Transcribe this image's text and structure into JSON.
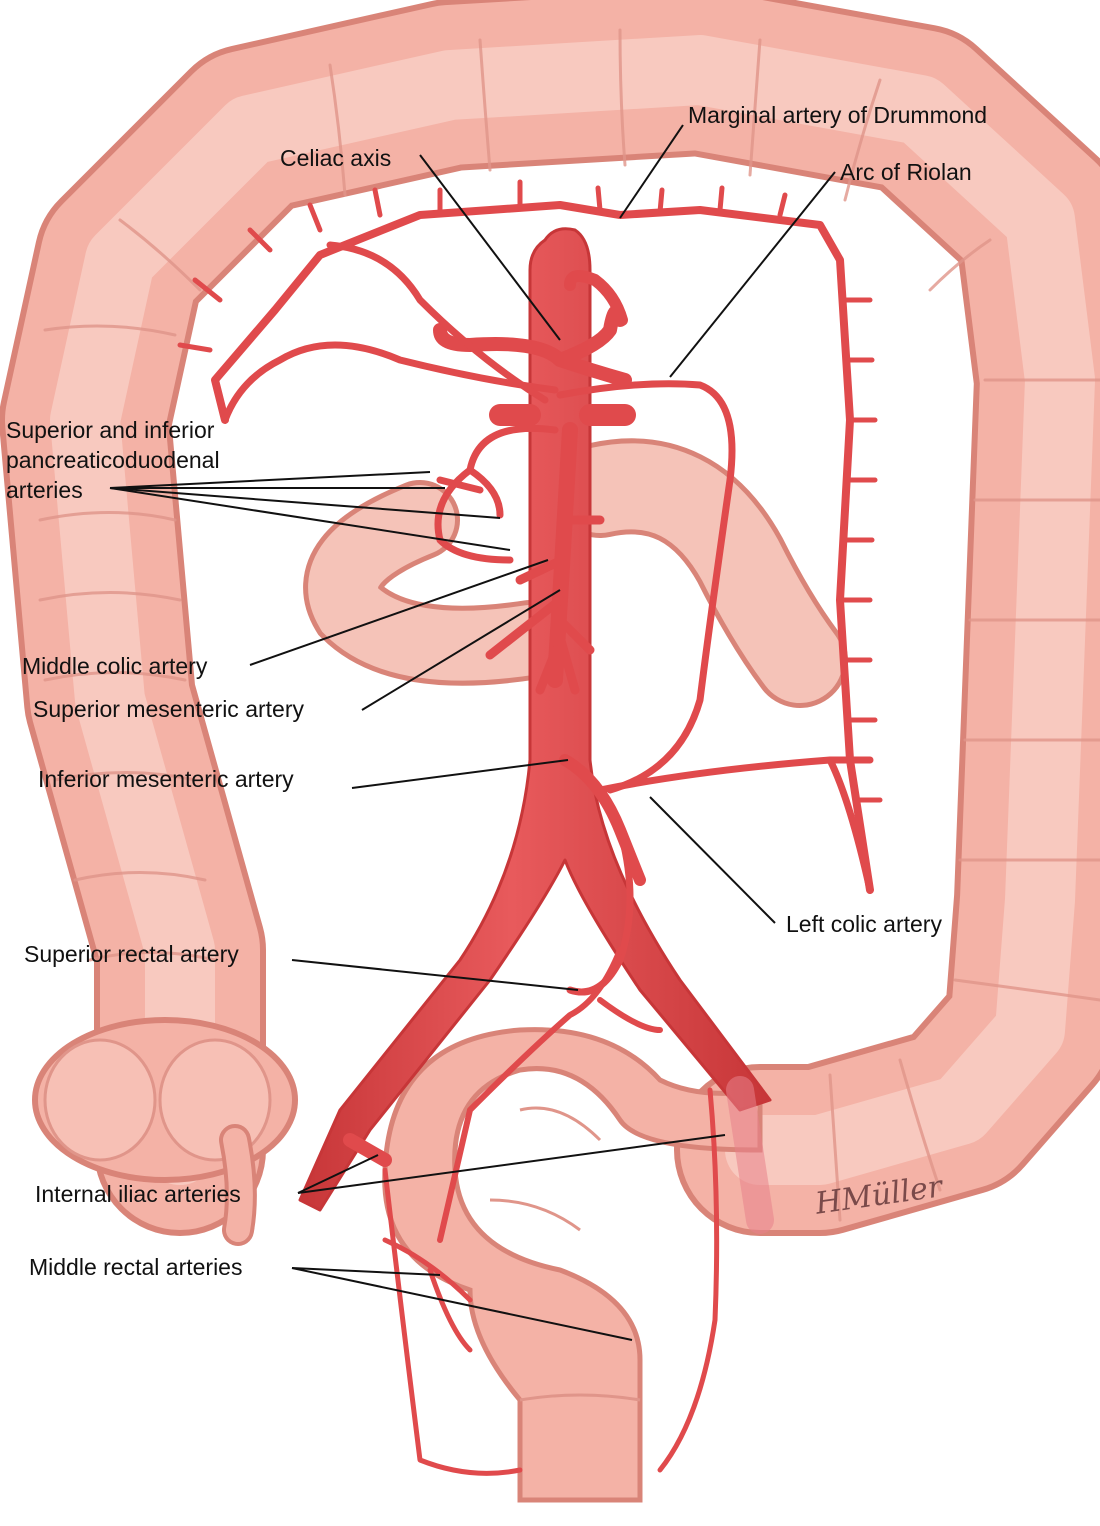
{
  "colors": {
    "colon": "#f4b2a6",
    "colon_shade": "#e9968a",
    "colon_edge": "#d98478",
    "artery": "#e04a4c",
    "artery_dark": "#c73638",
    "leader": "#111111"
  },
  "labels": {
    "marginal_artery": "Marginal artery of Drummond",
    "celiac_axis": "Celiac axis",
    "arc_of_riolan": "Arc of Riolan",
    "pancreaticoduodenal": "Superior and inferior pancreaticoduodenal arteries",
    "middle_colic": "Middle colic artery",
    "superior_mesenteric": "Superior mesenteric artery",
    "inferior_mesenteric": "Inferior mesenteric artery",
    "left_colic": "Left colic artery",
    "superior_rectal": "Superior rectal artery",
    "internal_iliac": "Internal iliac arteries",
    "middle_rectal": "Middle rectal arteries"
  },
  "signature": "HMüller"
}
